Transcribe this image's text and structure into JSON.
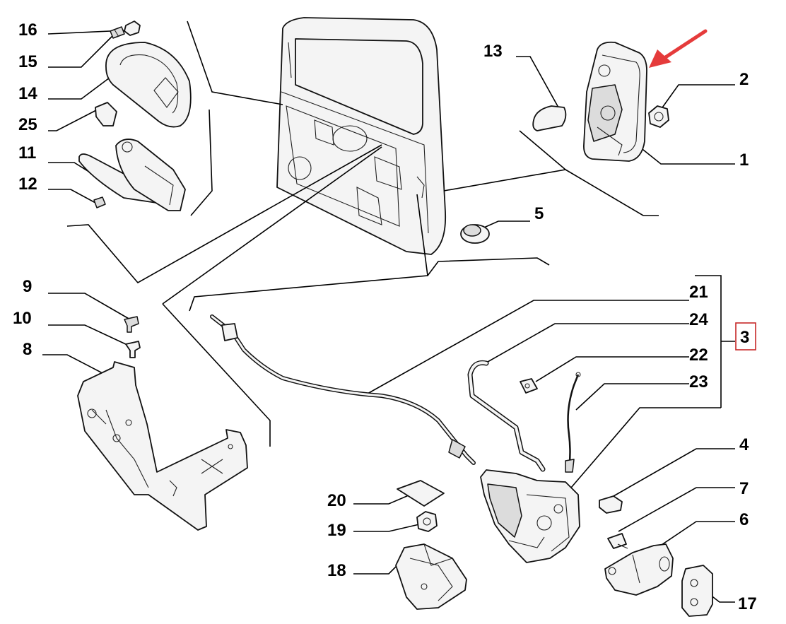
{
  "labels": {
    "p1": "1",
    "p2": "2",
    "p3": "3",
    "p4": "4",
    "p5": "5",
    "p6": "6",
    "p7": "7",
    "p8": "8",
    "p9": "9",
    "p10": "10",
    "p11": "11",
    "p12": "12",
    "p13": "13",
    "p14": "14",
    "p15": "15",
    "p16": "16",
    "p17": "17",
    "p18": "18",
    "p19": "19",
    "p20": "20",
    "p21": "21",
    "p22": "22",
    "p23": "23",
    "p24": "24",
    "p25": "25"
  },
  "colors": {
    "arrow": "#e53b3b",
    "highlight_box": "#c62828",
    "line": "#000000"
  },
  "icons": {
    "pointer": "red-arrow-icon"
  }
}
